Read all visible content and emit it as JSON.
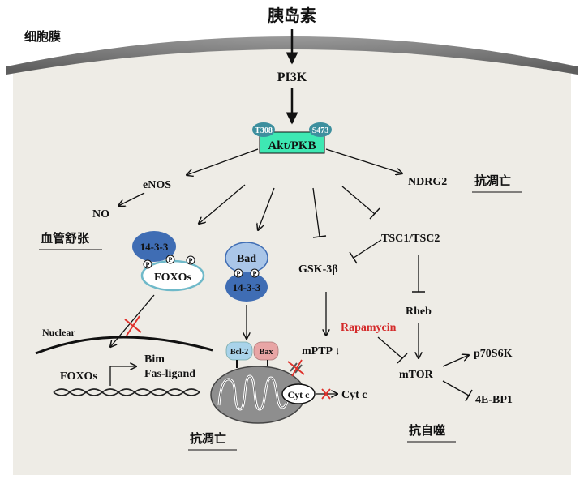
{
  "labels": {
    "insulin": "胰岛素",
    "cell_membrane": "细胞膜",
    "pi3k": "PI3K",
    "t308": "T308",
    "s473": "S473",
    "akt": "Akt/PKB",
    "enos": "eNOS",
    "no": "NO",
    "vasodilation": "血管舒张",
    "ndrg2": "NDRG2",
    "anti_apoptosis_1": "抗凋亡",
    "tsc": "TSC1/TSC2",
    "gsk": "GSK-3β",
    "bad": "Bad",
    "p": "P",
    "protein_1433": "14-3-3",
    "foxos_complex": "FOXOs",
    "nuclear": "Nuclear",
    "foxos_nucleus": "FOXOs",
    "bim": "Bim",
    "fasl": "Fas-ligand",
    "bcl2": "Bcl-2",
    "bax": "Bax",
    "mptp": "mPTP ↓",
    "cytc_in": "Cyt c",
    "cytc_out": "Cyt c",
    "rheb": "Rheb",
    "rapamycin": "Rapamycin",
    "mtor": "mTOR",
    "p70s6k": "p70S6K",
    "ebp1": "4E-BP1",
    "anti_apoptosis_2": "抗凋亡",
    "anti_autophagy": "抗自噬"
  },
  "colors": {
    "membrane": "#7d7d7d",
    "cytoplasm": "#eeece6",
    "akt_box": "#3ee8b3",
    "phospho_site": "#3d8f9e",
    "protein_dark": "#3f6db4",
    "protein_light": "#aac6e8",
    "bcl2": "#a9d3ea",
    "bax": "#e8a5a5",
    "mito": "#8e8e8e",
    "rapamycin": "#d42a2a",
    "cross": "#e0302a"
  }
}
